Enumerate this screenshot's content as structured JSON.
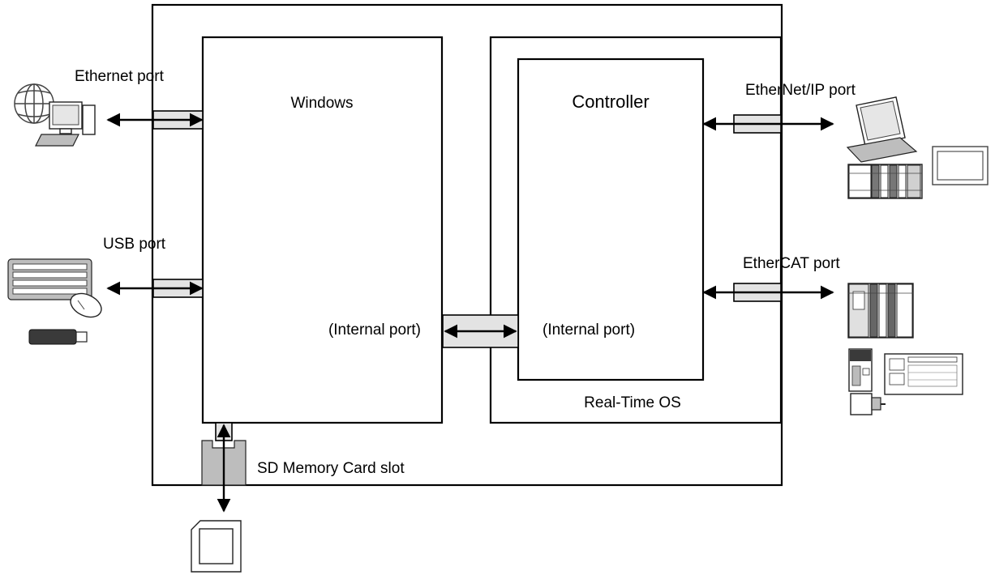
{
  "labels": {
    "ethernet_port": "Ethernet port",
    "usb_port": "USB port",
    "windows": "Windows",
    "internal_port_windows": "(Internal port)",
    "internal_port_controller": "(Internal port)",
    "controller": "Controller",
    "real_time_os": "Real-Time OS",
    "ethernet_ip_port": "EtherNet/IP port",
    "ethercat_port": "EtherCAT port",
    "sd_slot": "SD Memory Card slot"
  },
  "colors": {
    "line": "#000000",
    "port_fill": "#e3e3e3",
    "device_gray": "#bdbdbd"
  },
  "icons": [
    "globe-icon",
    "computer-icon",
    "keyboard-icon",
    "mouse-icon",
    "usb-stick-icon",
    "laptop-icon",
    "plc-icon",
    "touch-panel-icon",
    "ethercat-slave-icon",
    "servo-drive-icon",
    "servo-motor-icon",
    "io-unit-icon",
    "sd-card-icon"
  ]
}
